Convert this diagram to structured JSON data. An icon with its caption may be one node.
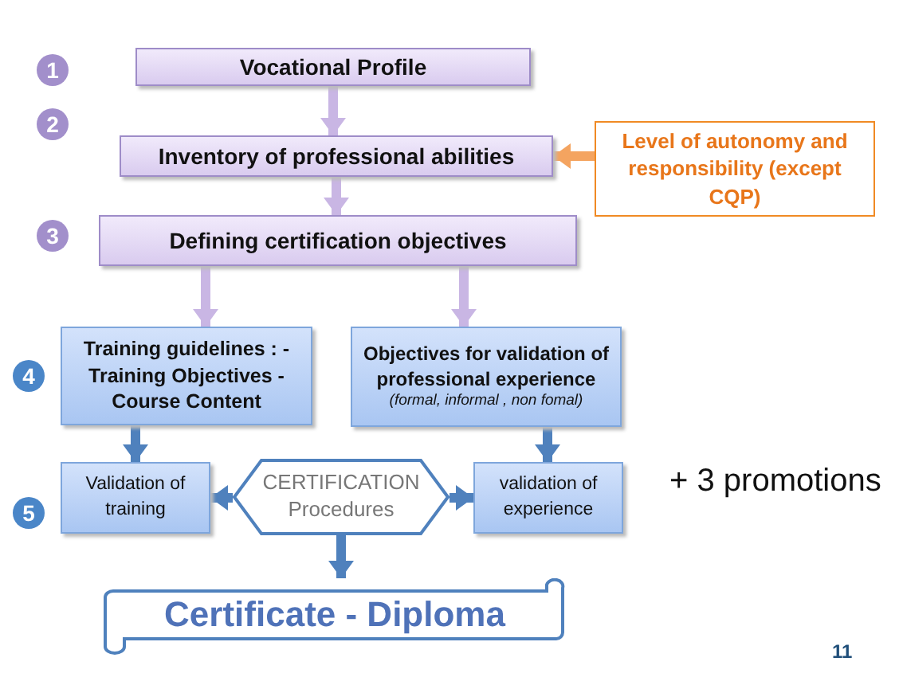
{
  "diagram": {
    "nodes": [
      {
        "text": [
          "1"
        ]
      },
      {
        "text": [
          "Vocational Profile"
        ]
      },
      {
        "text": [
          "2"
        ]
      },
      {
        "text": [
          "Inventory of professional abilities"
        ]
      },
      {
        "text": [
          "Level of autonomy and responsibility (except CQP)"
        ]
      },
      {
        "text": [
          "3"
        ]
      },
      {
        "text": [
          "Defining certification objectives"
        ]
      },
      {
        "text": [
          "4"
        ]
      },
      {
        "text": [
          "Training guidelines : -Training Objectives - Course Content"
        ]
      },
      {
        "text": [
          "Objectives for validation of professional experience",
          "(formal, informal , non fomal)"
        ]
      },
      {
        "text": [
          "5"
        ]
      },
      {
        "text": [
          "Validation of training"
        ]
      },
      {
        "text": [
          "CERTIFICATION Procedures"
        ]
      },
      {
        "text": [
          "validation of experience"
        ]
      },
      {
        "text": [
          "Certificate - Diploma"
        ]
      }
    ],
    "edges": [
      {
        "from": 1,
        "to": 3,
        "arrow": "to",
        "color": "#c9b6e4"
      },
      {
        "from": 4,
        "to": 3,
        "arrow": "to",
        "color": "#f4a460"
      },
      {
        "from": 3,
        "to": 6,
        "arrow": "to",
        "color": "#c9b6e4"
      },
      {
        "from": 6,
        "to": 8,
        "arrow": "to",
        "color": "#c9b6e4"
      },
      {
        "from": 6,
        "to": 9,
        "arrow": "to",
        "color": "#c9b6e4"
      },
      {
        "from": 8,
        "to": 11,
        "arrow": "to"
      },
      {
        "from": 9,
        "to": 13,
        "arrow": "to"
      },
      {
        "from": 12,
        "to": 11,
        "arrow": "to"
      },
      {
        "from": 12,
        "to": 13,
        "arrow": "to"
      },
      {
        "from": 12,
        "to": 14,
        "arrow": "to"
      }
    ],
    "labels": [
      "+ 3 promotions",
      "11"
    ]
  }
}
